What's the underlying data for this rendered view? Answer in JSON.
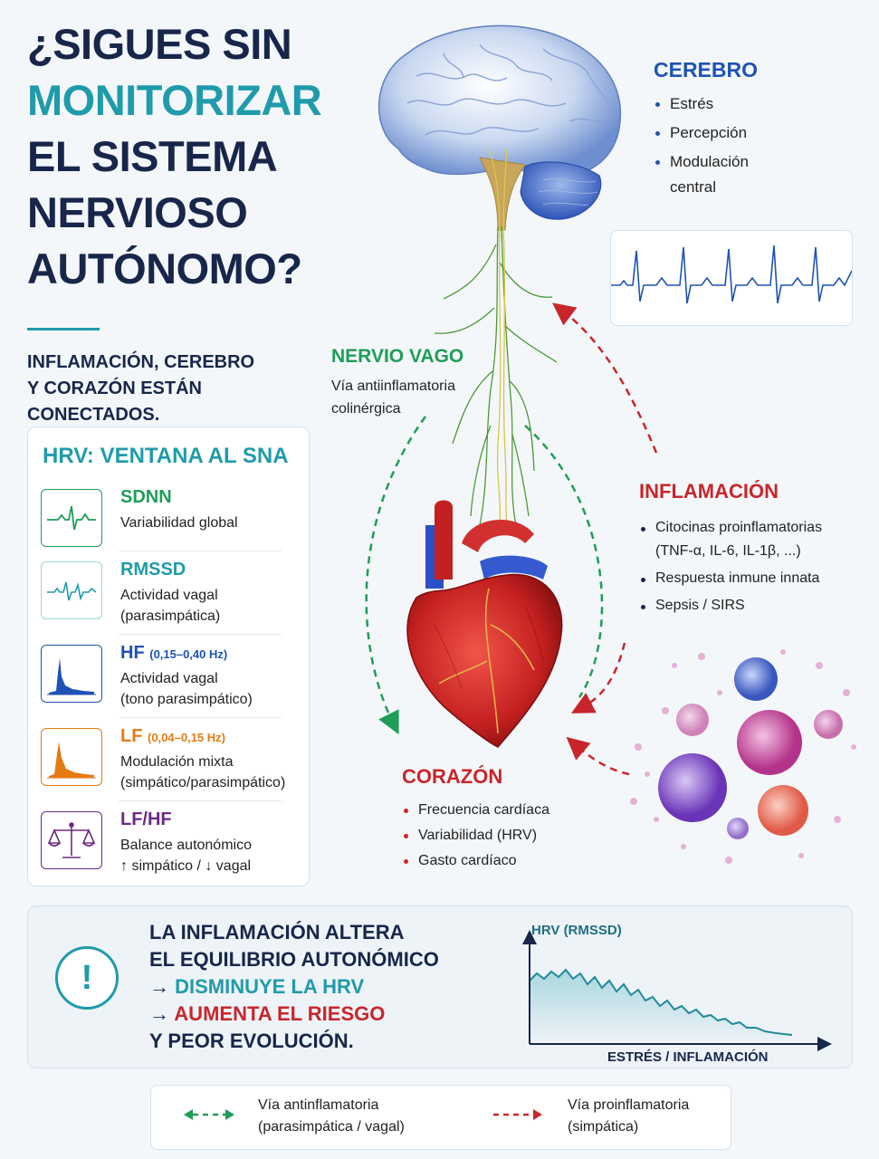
{
  "title": {
    "line1": "¿SIGUES SIN",
    "line2": "MONITORIZAR",
    "line3": "EL SISTEMA",
    "line4": "NERVIOSO",
    "line5": "AUTÓNOMO?"
  },
  "subtitle": {
    "line1": "INFLAMACIÓN, CEREBRO",
    "line2": "Y CORAZÓN ESTÁN CONECTADOS."
  },
  "hrv_panel": {
    "title": "HRV: VENTANA AL SNA",
    "metrics": [
      {
        "name": "SDNN",
        "range": "",
        "desc1": "Variabilidad global",
        "desc2": "",
        "color": "#1f9d57",
        "icon": "ecg-wave-icon"
      },
      {
        "name": "RMSSD",
        "range": "",
        "desc1": "Actividad vagal",
        "desc2": "(parasimpática)",
        "color": "#1f9bab",
        "icon": "ecg-wave-icon"
      },
      {
        "name": "HF",
        "range": "(0,15–0,40 Hz)",
        "desc1": "Actividad vagal",
        "desc2": "(tono parasimpático)",
        "color": "#1e53b3",
        "icon": "spectrum-peak-icon"
      },
      {
        "name": "LF",
        "range": "(0,04–0,15 Hz)",
        "desc1": "Modulación mixta",
        "desc2": "(simpático/parasimpático)",
        "color": "#e57a14",
        "icon": "spectrum-peak-icon"
      },
      {
        "name": "LF/HF",
        "range": "",
        "desc1": "Balance autonómico",
        "desc2": "↑ simpático / ↓ vagal",
        "color": "#6b2a86",
        "icon": "balance-scale-icon"
      }
    ]
  },
  "cerebro": {
    "title": "CEREBRO",
    "items": [
      "Estrés",
      "Percepción",
      "Modulación central"
    ],
    "color": "#1e53b3"
  },
  "nervio_vago": {
    "title": "NERVIO VAGO",
    "line1": "Vía antiinflamatoria",
    "line2": "colinérgica",
    "color": "#1f9d57"
  },
  "inflamacion": {
    "title": "INFLAMACIÓN",
    "items": [
      "Citocinas proinflamatorias (TNF-α, IL-6, IL-1β, ...)",
      "Respuesta inmune innata",
      "Sepsis / SIRS"
    ],
    "color": "#c8262a"
  },
  "corazon": {
    "title": "CORAZÓN",
    "items": [
      "Frecuencia cardíaca",
      "Variabilidad (HRV)",
      "Gasto cardíaco"
    ],
    "color": "#c8262a"
  },
  "alert": {
    "line1": "LA INFLAMACIÓN ALTERA",
    "line2": "EL EQUILIBRIO AUTONÓMICO",
    "line3_arrow": "→",
    "line3": "DISMINUYE LA HRV",
    "line4_arrow": "→",
    "line4": "AUMENTA EL RIESGO",
    "line5": "Y PEOR EVOLUCIÓN.",
    "icon_glyph": "!"
  },
  "mini_chart": {
    "ylabel": "HRV (RMSSD)",
    "xlabel": "ESTRÉS / INFLAMACIÓN"
  },
  "legend": {
    "anti_line1": "Vía antinflamatoria",
    "anti_line2": "(parasimpática / vagal)",
    "pro_line1": "Vía proinflamatoria",
    "pro_line2": "(simpática)"
  },
  "colors": {
    "navy": "#17264a",
    "teal": "#1f9bab",
    "green": "#1f9d57",
    "red": "#c8262a",
    "blue": "#1e53b3"
  }
}
